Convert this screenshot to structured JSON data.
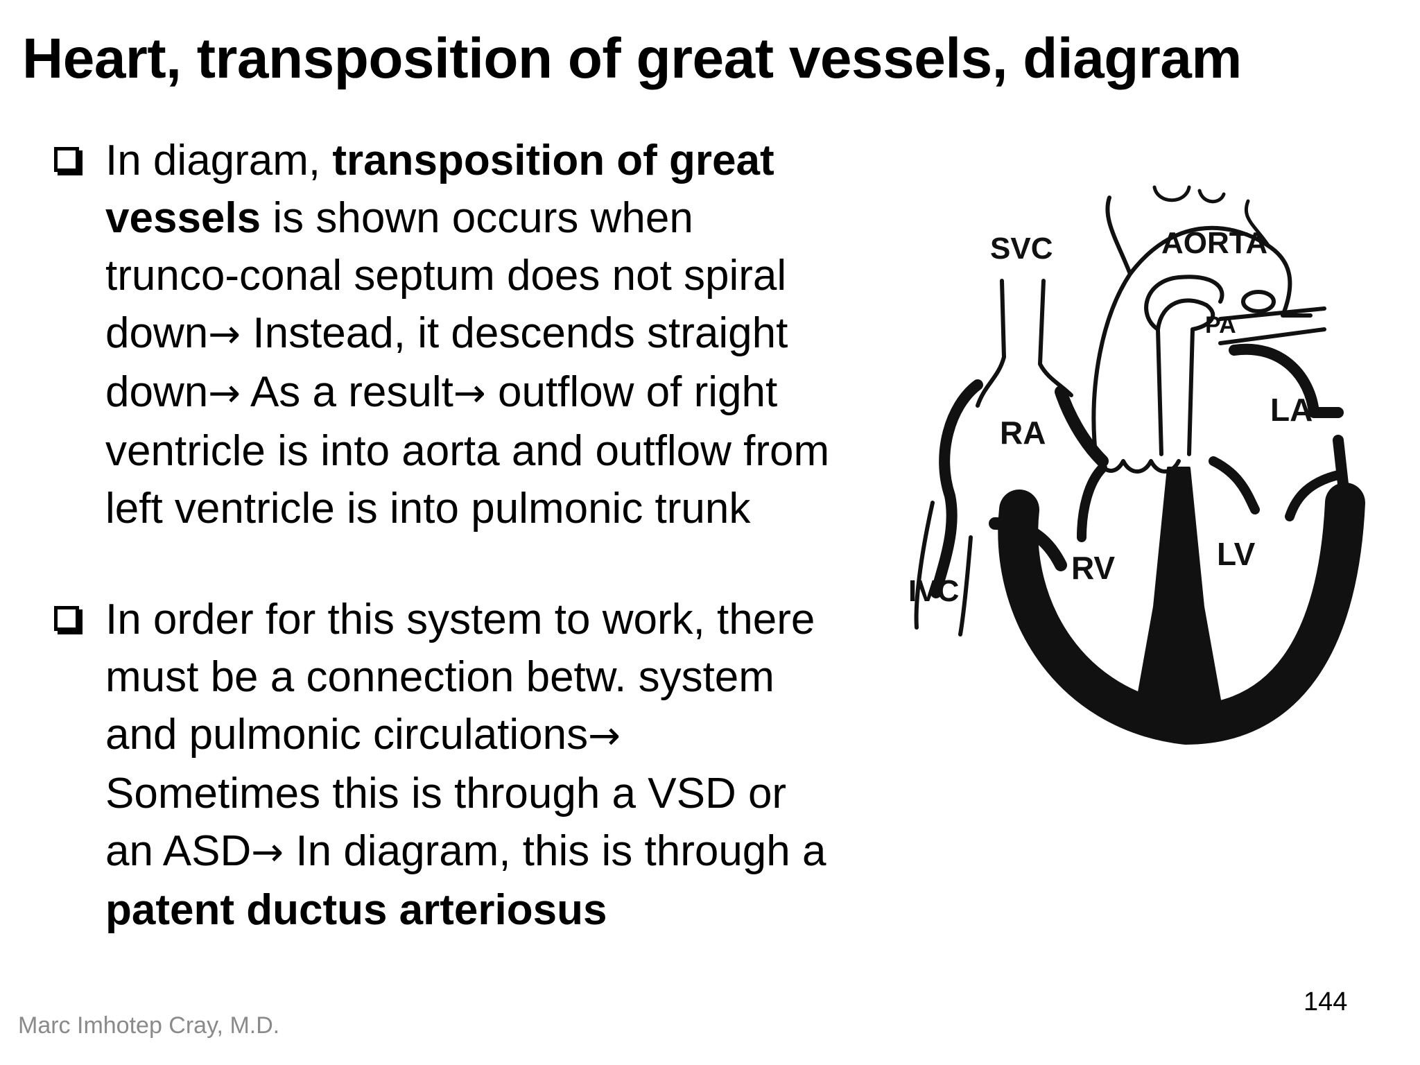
{
  "title": "Heart, transposition of great vessels, diagram",
  "bullet1": {
    "l1_a": "In diagram, ",
    "l1_b": "transposition of great",
    "l2_a": "vessels",
    "l2_b": " is shown occurs when",
    "l3": "trunco-conal septum does not spiral",
    "l4_a": "down",
    "l4_arrow": "→",
    "l4_b": " Instead, it descends straight",
    "l5_a": "down",
    "l5_arrow": "→",
    "l5_b": " As a result",
    "l5_arrow2": "→",
    "l5_c": " outflow of right",
    "l6": "ventricle is into aorta and outflow from",
    "l7": "left ventricle is into pulmonic trunk"
  },
  "bullet2": {
    "l1": "In order for this system to work, there",
    "l2": "must be a connection betw. system",
    "l3_a": "and pulmonic circulations",
    "l3_arrow": "→",
    "l4": "Sometimes this is through a VSD or",
    "l5_a": "an ASD",
    "l5_arrow": "→",
    "l5_b": " In diagram, this is through a",
    "l6": "patent ductus arteriosus"
  },
  "diagram": {
    "labels": {
      "svc": "SVC",
      "aorta": "AORTA",
      "pa": "PA",
      "ra": "RA",
      "la": "LA",
      "rv": "RV",
      "lv": "LV",
      "ivc": "IVC"
    },
    "colors": {
      "wall": "#111111",
      "background": "#ffffff"
    }
  },
  "page_number": "144",
  "footer": "Marc Imhotep Cray, M.D."
}
